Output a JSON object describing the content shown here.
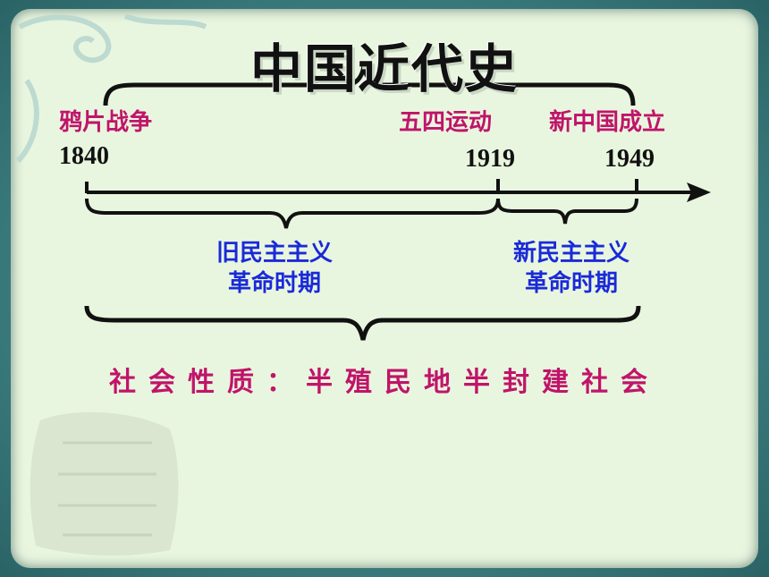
{
  "title": "中国近代史",
  "events": {
    "opium_war": "鸦片战争",
    "may_fourth": "五四运动",
    "prc_founding": "新中国成立"
  },
  "years": {
    "y1840": "1840",
    "y1919": "1919",
    "y1949": "1949"
  },
  "periods": {
    "old_democratic": {
      "line1": "旧民主主义",
      "line2": "革命时期"
    },
    "new_democratic": {
      "line1": "新民主主义",
      "line2": "革命时期"
    }
  },
  "society": "社会性质：半殖民地半封建社会",
  "colors": {
    "event": "#c0146a",
    "period": "#1a2ad8",
    "text": "#111111",
    "panel": "#e9f6df",
    "frame": "#3d7f82"
  }
}
